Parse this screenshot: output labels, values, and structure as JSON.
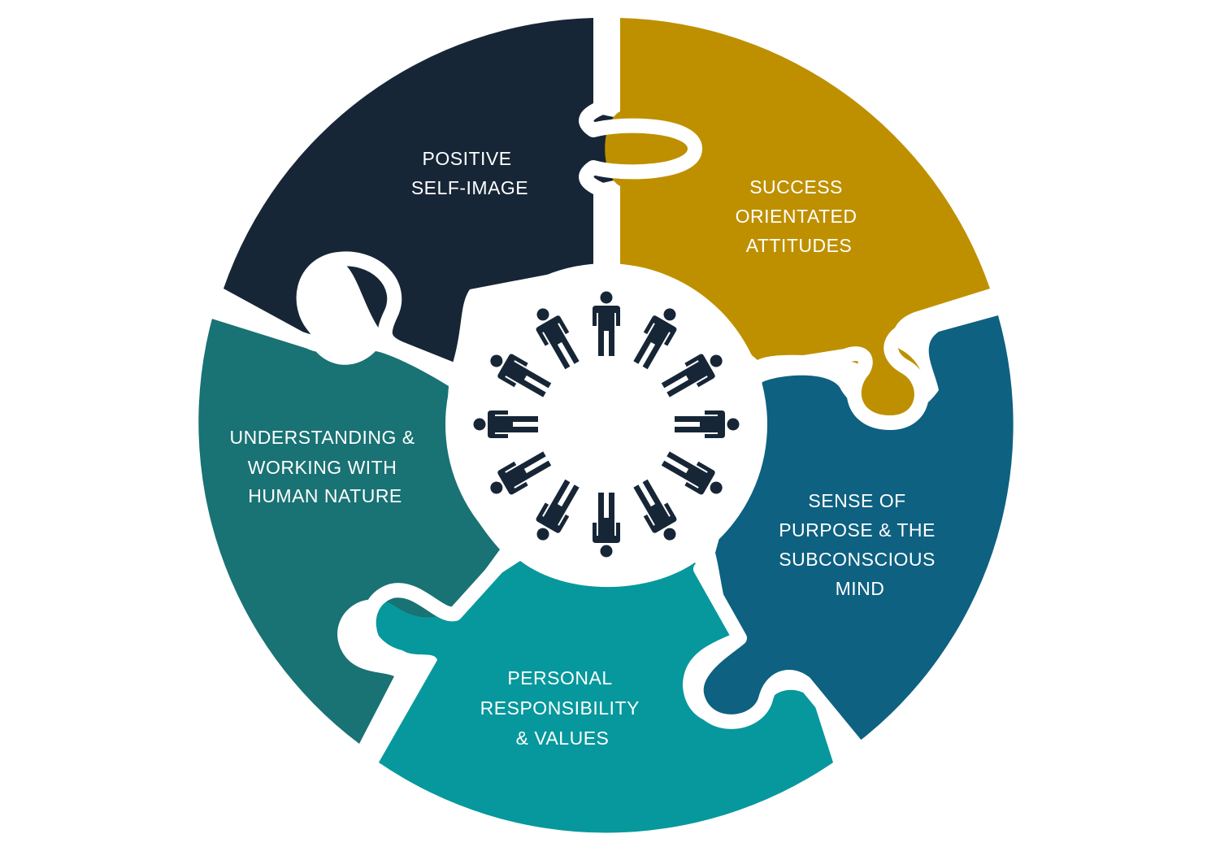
{
  "diagram": {
    "pieces": [
      {
        "id": "positive-self-image",
        "color": "#172636",
        "lines": [
          "POSITIVE",
          "SELF-IMAGE"
        ]
      },
      {
        "id": "success-orientated-attitudes",
        "color": "#be9000",
        "lines": [
          "SUCCESS",
          "ORIENTATED",
          "ATTITUDES"
        ]
      },
      {
        "id": "sense-of-purpose",
        "color": "#0e6180",
        "lines": [
          "SENSE OF",
          "PURPOSE & THE",
          "SUBCONSCIOUS",
          "MIND"
        ]
      },
      {
        "id": "personal-responsibility",
        "color": "#06989c",
        "lines": [
          "PERSONAL",
          "RESPONSIBILITY",
          "& VALUES"
        ]
      },
      {
        "id": "understanding-human-nature",
        "color": "#197274",
        "lines": [
          "UNDERSTANDING &",
          "WORKING WITH",
          "HUMAN NATURE"
        ]
      }
    ],
    "center": {
      "icon": "people-circle-icon",
      "figure_count": 12,
      "figure_color": "#172636",
      "background": "#ffffff"
    }
  }
}
